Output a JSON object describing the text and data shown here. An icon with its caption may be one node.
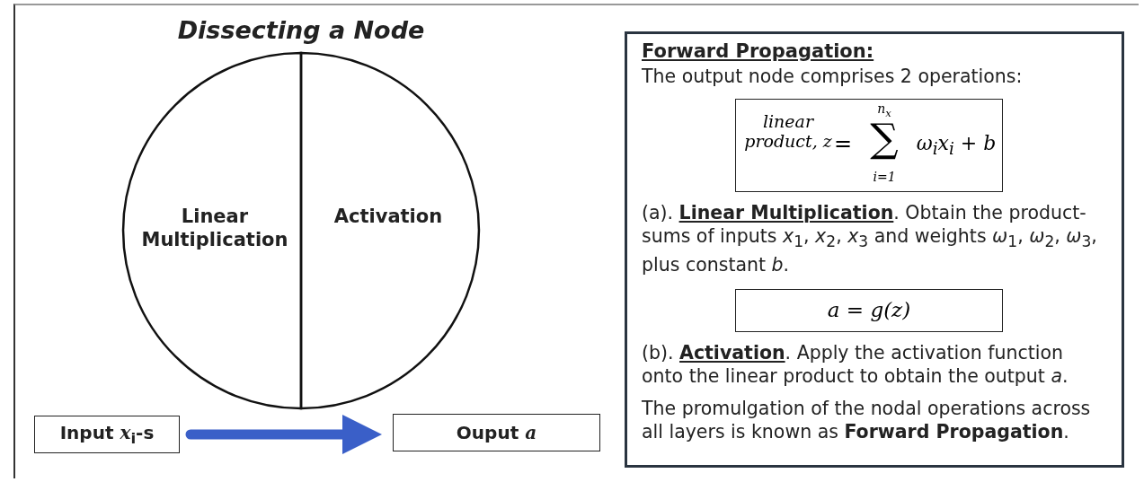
{
  "diagram": {
    "title": "Dissecting a Node",
    "nodes": [
      {
        "text": [
          "Linear Multiplication"
        ]
      },
      {
        "text": [
          "Activation"
        ]
      },
      {
        "text": [
          "Input *x*$_{i}$-s"
        ]
      },
      {
        "text": [
          "Ouput *a*"
        ]
      },
      {
        "text": [
          "Forward Propagation:",
          "The output node comprises 2 operations:",
          "(a). **Linear Multiplication**. Obtain the product-sums of inputs *x*$_{1}$, *x*$_{2}$, *x*$_{3}$ and weights *ω*$_{1}$, *ω*$_{2}$, *ω*$_{3}$, plus constant *b*.",
          "(b). **Activation**. Apply the activation function onto the linear product to obtain the output *a*.",
          "The promulgation of the nodal operations across all layers is known as **Forward Propagation**."
        ]
      },
      {
        "text": [
          "linear product, z",
          "=",
          "n$_{x}$",
          "∑",
          "i=1",
          "ω$_{i}$x$_{i}$ + b"
        ],
        "in": 4
      },
      {
        "text": [
          "a = g(z)"
        ],
        "in": 4
      }
    ],
    "edges": [
      {
        "from": 2,
        "to": 3,
        "arrow": "to",
        "color": "#3a5fc8"
      }
    ]
  }
}
